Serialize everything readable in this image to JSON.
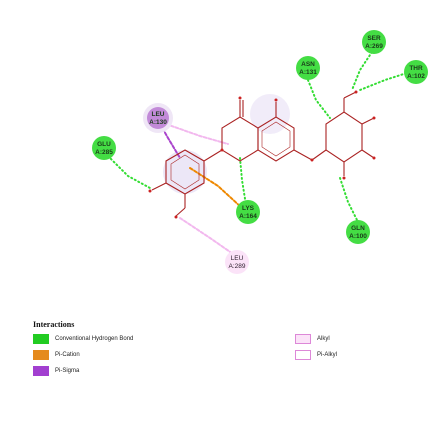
{
  "residues": [
    {
      "name": "SER",
      "id": "A:269",
      "type": "hbond"
    },
    {
      "name": "ASN",
      "id": "A:131",
      "type": "hbond"
    },
    {
      "name": "THR",
      "id": "A:102",
      "type": "hbond"
    },
    {
      "name": "LEU",
      "id": "A:130",
      "type": "pi-sigma"
    },
    {
      "name": "GLU",
      "id": "A:285",
      "type": "hbond"
    },
    {
      "name": "LYS",
      "id": "A:164",
      "type": "hbond"
    },
    {
      "name": "GLN",
      "id": "A:100",
      "type": "hbond"
    },
    {
      "name": "LEU",
      "id": "A:289",
      "type": "alkyl"
    }
  ],
  "colors": {
    "hbond": "#33dd33",
    "pi_cation": "#ee8800",
    "pi_sigma": "#aa44cc",
    "alkyl": "#f7c8f2",
    "pi_alkyl": "#f2b8ee",
    "bond": "#aa2222",
    "ring_highlight": "#e6e0f4"
  },
  "legend": {
    "title": "Interactions",
    "items": [
      {
        "label": "Conventional Hydrogen Bond",
        "color": "#22cc22",
        "style": "filled"
      },
      {
        "label": "Pi-Cation",
        "color": "#e58a1c",
        "style": "filled"
      },
      {
        "label": "Pi-Sigma",
        "color": "#a23fd0",
        "style": "filled"
      },
      {
        "label": "Alkyl",
        "color": "#f4c6f0",
        "style": "outlined"
      },
      {
        "label": "Pi-Alkyl",
        "color": "#f4c6f0",
        "style": "outlined"
      }
    ]
  }
}
